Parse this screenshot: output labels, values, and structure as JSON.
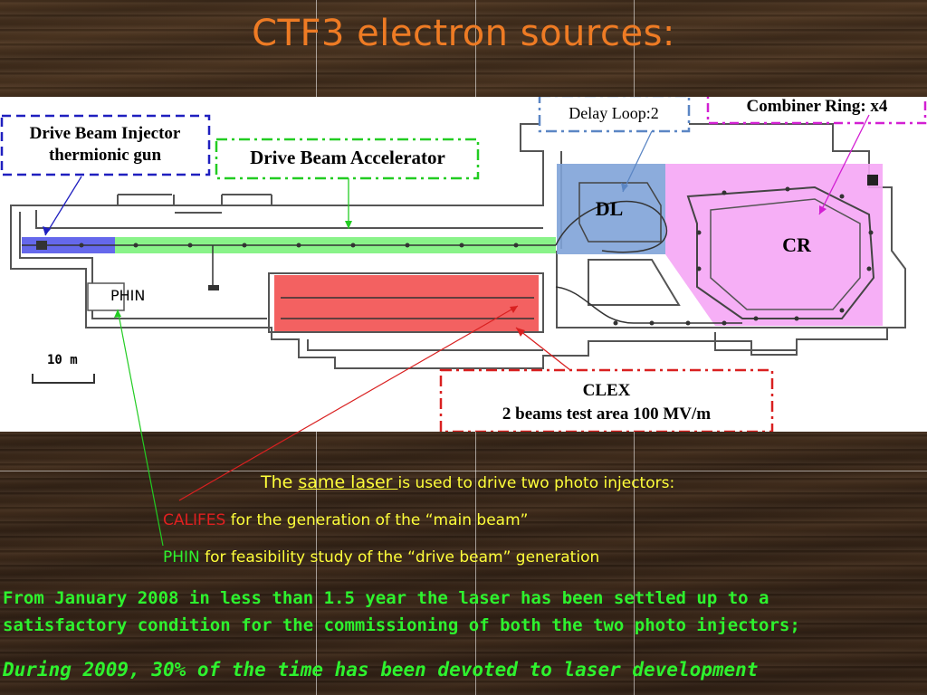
{
  "slide": {
    "title": "CTF3 electron sources:"
  },
  "diagram": {
    "labels": {
      "drive_beam_injector_line1": "Drive Beam Injector",
      "drive_beam_injector_line2": "thermionic gun",
      "drive_beam_accelerator": "Drive Beam Accelerator",
      "delay_loop": "Delay Loop:2",
      "combiner_ring": "Combiner Ring: x4",
      "dl": "DL",
      "cr": "CR",
      "phin": "PHIN",
      "scale": "10 m",
      "clex_line1": "CLEX",
      "clex_line2": "2 beams test area 100 MV/m"
    },
    "colors": {
      "injector_fill": "#4a4ee8",
      "accelerator_fill": "#7cf27c",
      "clex_fill": "#f25050",
      "delay_loop_fill": "#7fa3d8",
      "combiner_ring_fill": "#f5a6f5",
      "injector_border": "#1f1fbf",
      "accelerator_border": "#22cc22",
      "delay_loop_border": "#5b86c4",
      "combiner_border": "#d21fd2",
      "clex_border": "#d92020"
    }
  },
  "text": {
    "line1_prefix": "The ",
    "line1_underlined": "same laser ",
    "line1_suffix": "is used to drive two photo injectors:",
    "califes_name": "CALIFES",
    "califes_desc": " for the generation of the “main beam”",
    "phin_name": "PHIN",
    "phin_desc": " for feasibility study of the “drive beam” generation",
    "para1_line1": "From January 2008 in less than 1.5 year the laser has been settled up to a",
    "para1_line2": "satisfactory condition for the commissioning of both the two photo injectors;",
    "para2": "During 2009, 30% of the time has been devoted to laser development"
  },
  "colors": {
    "title": "#ee7b24",
    "yellow_text": "#ffff3a",
    "red_text": "#e02020",
    "green_text": "#2ef22e"
  }
}
